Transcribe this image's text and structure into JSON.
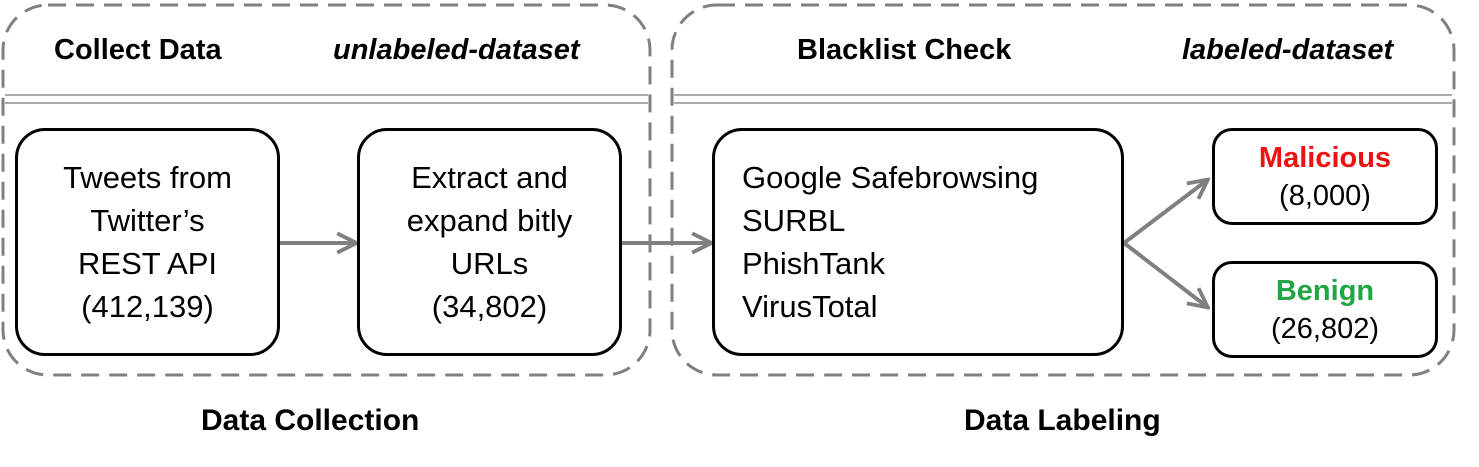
{
  "collection": {
    "header_left": "Collect Data",
    "header_right": "unlabeled-dataset",
    "caption": "Data Collection",
    "tweets_box": [
      "Tweets from",
      "Twitter’s",
      "REST API",
      "(412,139)"
    ],
    "extract_box": [
      "Extract and",
      "expand bitly",
      "URLs",
      "(34,802)"
    ]
  },
  "labeling": {
    "header_left": "Blacklist Check",
    "header_right": "labeled-dataset",
    "caption": "Data Labeling",
    "blacklists": [
      "Google Safebrowsing",
      "SURBL",
      "PhishTank",
      "VirusTotal"
    ],
    "malicious": {
      "label": "Malicious",
      "count": "(8,000)",
      "color": "#ee1111"
    },
    "benign": {
      "label": "Benign",
      "count": "(26,802)",
      "color": "#22a544"
    }
  },
  "colors": {
    "dashed_border": "#808080",
    "arrow": "#808080",
    "box_border": "#000000"
  }
}
